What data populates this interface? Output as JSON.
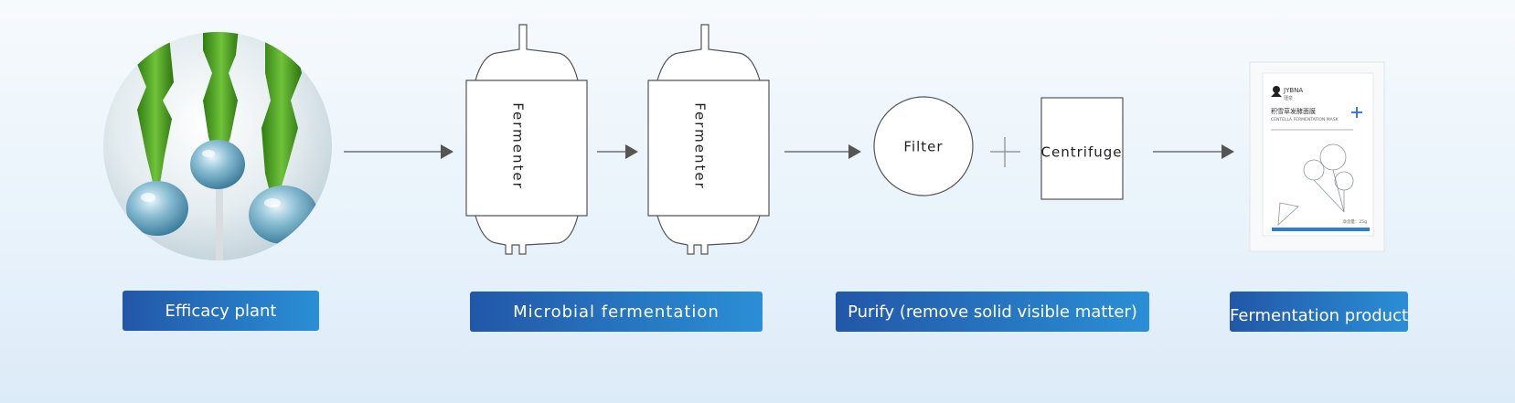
{
  "steps": {
    "efficacy_plant": "Efficacy plant",
    "microbial_fermentation": "Microbial fermentation",
    "purify": "Purify (remove solid visible matter)",
    "fermentation_product": "Fermentation product"
  },
  "nodes": {
    "fermenter_1": "Fermenter",
    "fermenter_2": "Fermenter",
    "filter": "Filter",
    "centrifuge": "Centrifuge"
  },
  "product_package": {
    "brand": "JYBNA",
    "brand_cn": "瑾泉",
    "name_cn": "积雪草发酵面膜",
    "name_en": "CENTELLA FERMENTATION MASK",
    "net_content": "净含量：25g"
  },
  "colors": {
    "label_start": "#2257a8",
    "label_end": "#2a8fd6",
    "line": "#555555",
    "plus_accent": "#2a6fd0"
  }
}
